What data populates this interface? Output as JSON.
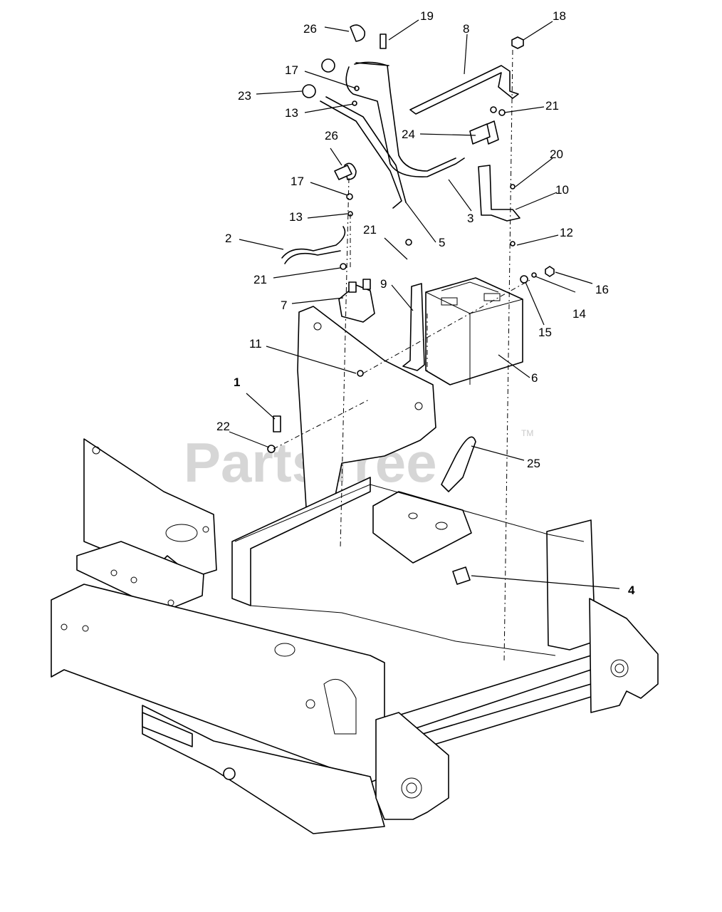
{
  "watermark": {
    "text": "PartsTree",
    "tm": "TM"
  },
  "callouts": [
    "26",
    "19",
    "8",
    "18",
    "17",
    "23",
    "13",
    "21",
    "24",
    "26",
    "20",
    "17",
    "10",
    "13",
    "3",
    "5",
    "2",
    "21",
    "12",
    "21",
    "9",
    "16",
    "14",
    "7",
    "15",
    "6",
    "11",
    "1",
    "22",
    "25",
    "4"
  ]
}
